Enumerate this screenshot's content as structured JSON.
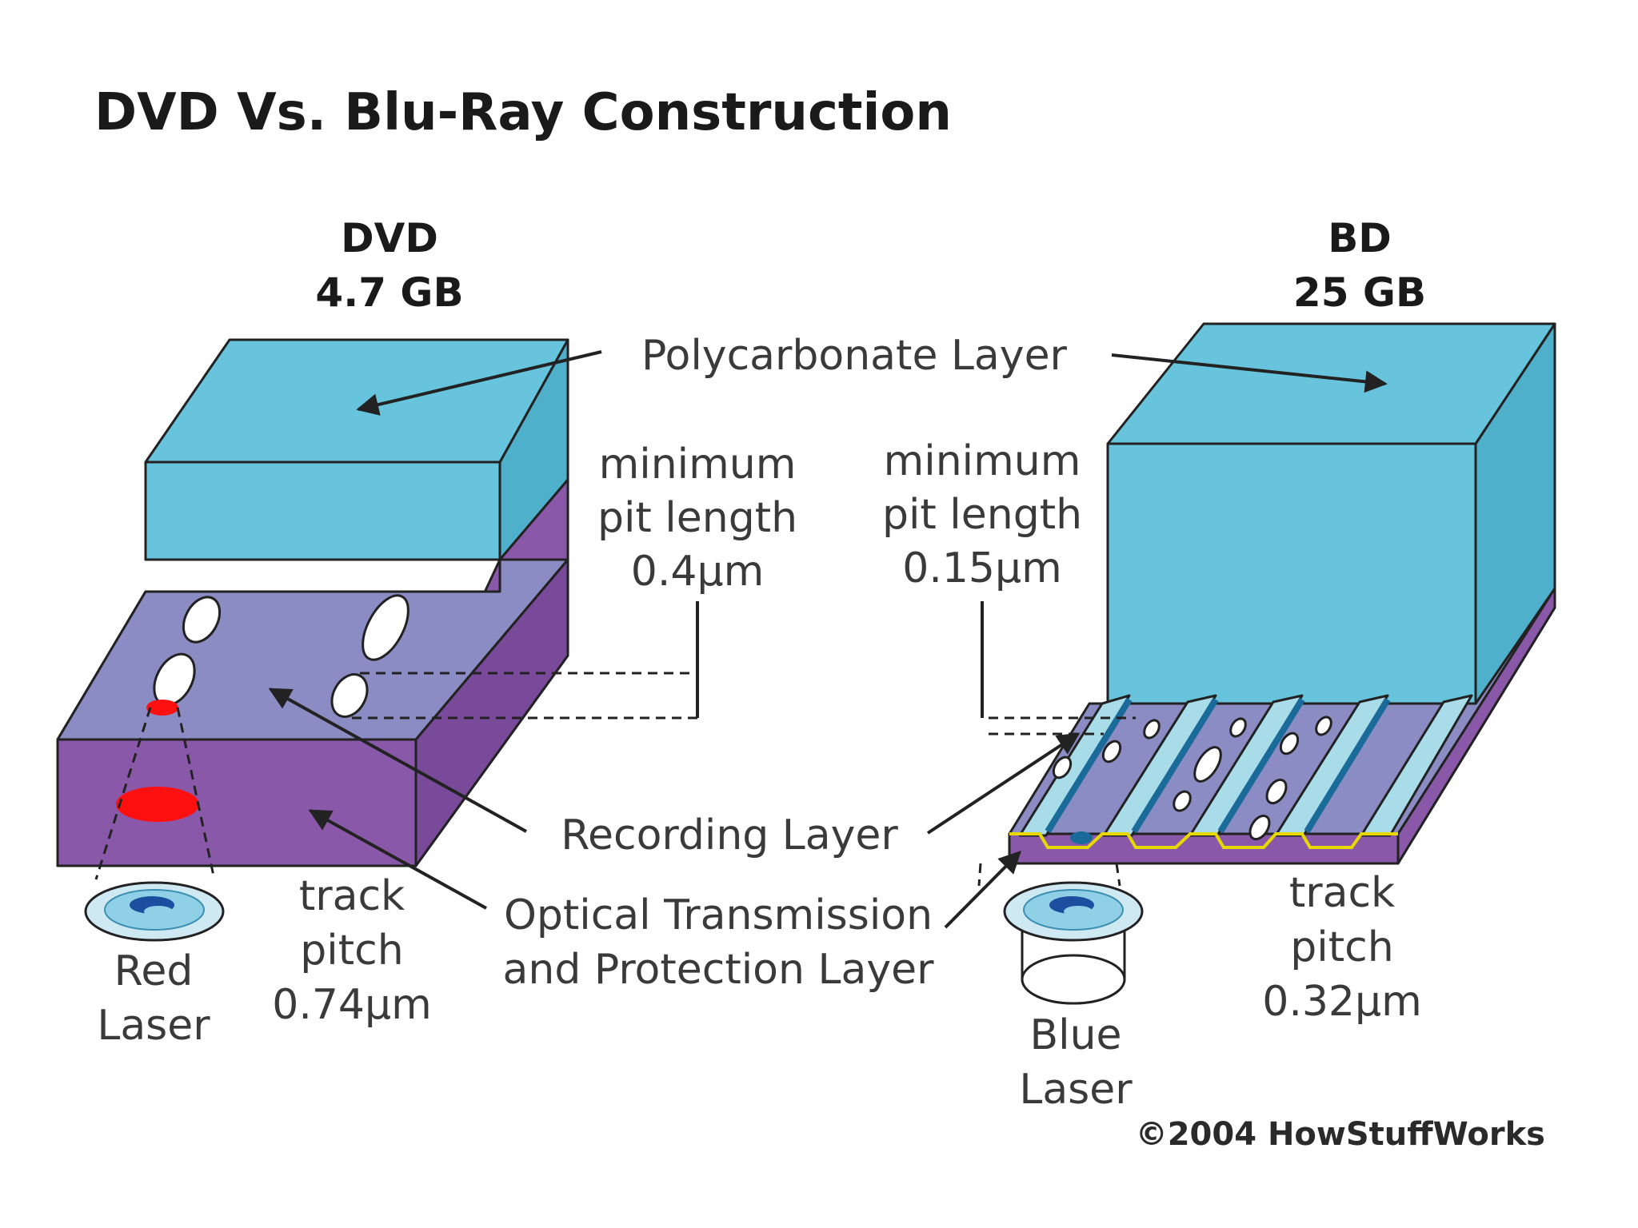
{
  "title": "DVD Vs. Blu-Ray Construction",
  "dvd": {
    "name": "DVD",
    "capacity": "4.7 GB",
    "min_pit": [
      "minimum",
      "pit length",
      "0.4µm"
    ],
    "track_pitch": [
      "track",
      "pitch",
      "0.74µm"
    ],
    "laser": [
      "Red",
      "Laser"
    ]
  },
  "bd": {
    "name": "BD",
    "capacity": "25 GB",
    "min_pit": [
      "minimum",
      "pit length",
      "0.15µm"
    ],
    "track_pitch": [
      "track",
      "pitch",
      "0.32µm"
    ],
    "laser": [
      "Blue",
      "Laser"
    ]
  },
  "layers": {
    "polycarbonate": "Polycarbonate Layer",
    "recording": "Recording Layer",
    "optical": [
      "Optical Transmission",
      "and Protection Layer"
    ]
  },
  "copyright": "©2004 HowStuffWorks",
  "colors": {
    "polycarbonate": "#67c4dc",
    "recording": "#8c8cc4",
    "substrate": "#8a58a8",
    "red_laser": "#ff1010",
    "blue_track": "#a8dce8"
  }
}
